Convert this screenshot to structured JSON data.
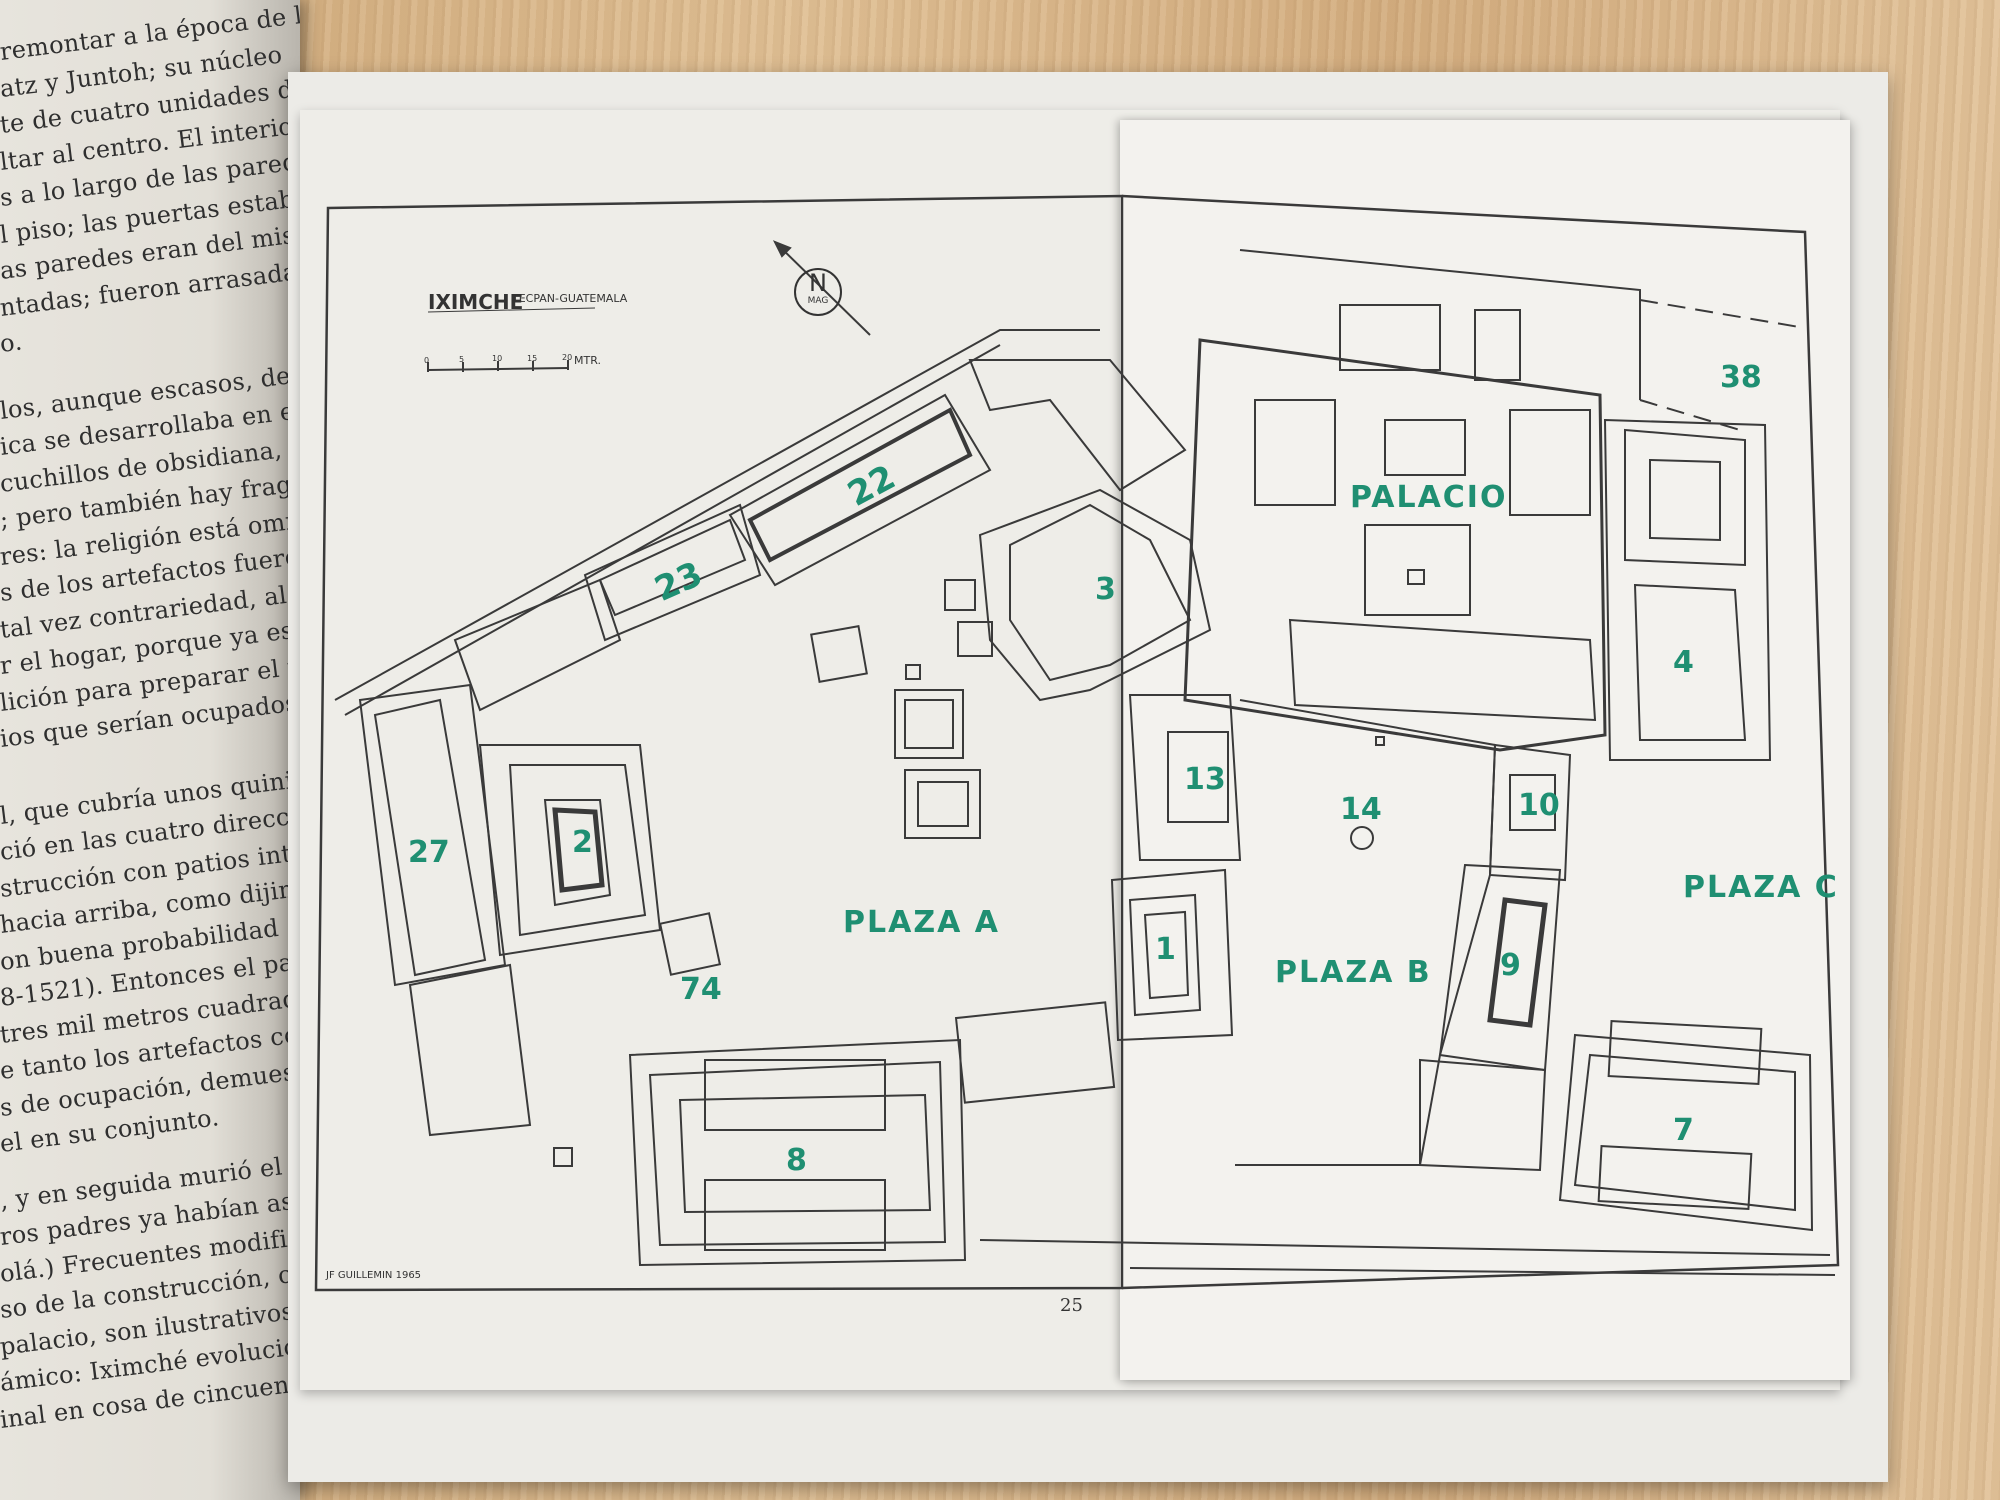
{
  "left_page_lines": [
    "remontar a la época de la",
    "atz y Juntoh; su núcleo",
    "te de cuatro unidades de",
    "ltar al centro. El interior de",
    "s a lo largo de las paredes",
    "l piso; las puertas estaban",
    "as paredes eran del mismo",
    "ntadas; fueron arrasadas",
    "o.",
    "los, aunque escasos, demuestr",
    "ica se desarrollaba en estos",
    "cuchillos de obsidiana,",
    "; pero también hay fragmen",
    "res: la religión está omnipres",
    "s de los artefactos fueron",
    "tal vez contrariedad, al último",
    "r el hogar, porque ya estaban",
    "lición para preparar el terreno",
    "ios que serían ocupados por",
    "l, que cubría unos quinientos",
    "ció en las cuatro direcciones",
    "strucción con patios interiores",
    "hacia arriba, como dijimos,",
    "on buena probabilidad al rei",
    "8-1521). Entonces el palacio",
    "tres mil metros cuadrados,",
    "e tanto los artefactos como",
    "s de ocupación, demuestran",
    "el en su conjunto.",
    ", y en seguida murió el rey",
    "ros padres ya habían asen-",
    "olá.) Frecuentes modifica-",
    "so de la construcción, como",
    "palacio, son ilustrativos del",
    "ámico: Iximché evolucionó",
    "inal en cosa de cincuenta"
  ],
  "map": {
    "title": "IXIMCHE",
    "subtitle": "TECPAN-GUATEMALA",
    "scale_unit": "MTR.",
    "scale_ticks": [
      "0",
      "5",
      "10",
      "15",
      "20"
    ],
    "north_letter": "N",
    "north_sub": "MAG",
    "author": "JF GUILLEMIN 1965",
    "page_number": "25",
    "labels": {
      "palacio": "PALACIO",
      "plaza_a": "PLAZA A",
      "plaza_b": "PLAZA B",
      "plaza_c": "PLAZA C",
      "n1": "1",
      "n2": "2",
      "n3": "3",
      "n4": "4",
      "n7": "7",
      "n8": "8",
      "n9": "9",
      "n10": "10",
      "n13": "13",
      "n14": "14",
      "n22": "22",
      "n23": "23",
      "n27": "27",
      "n38": "38",
      "n74": "74"
    },
    "label_color": "#1f8f72"
  }
}
